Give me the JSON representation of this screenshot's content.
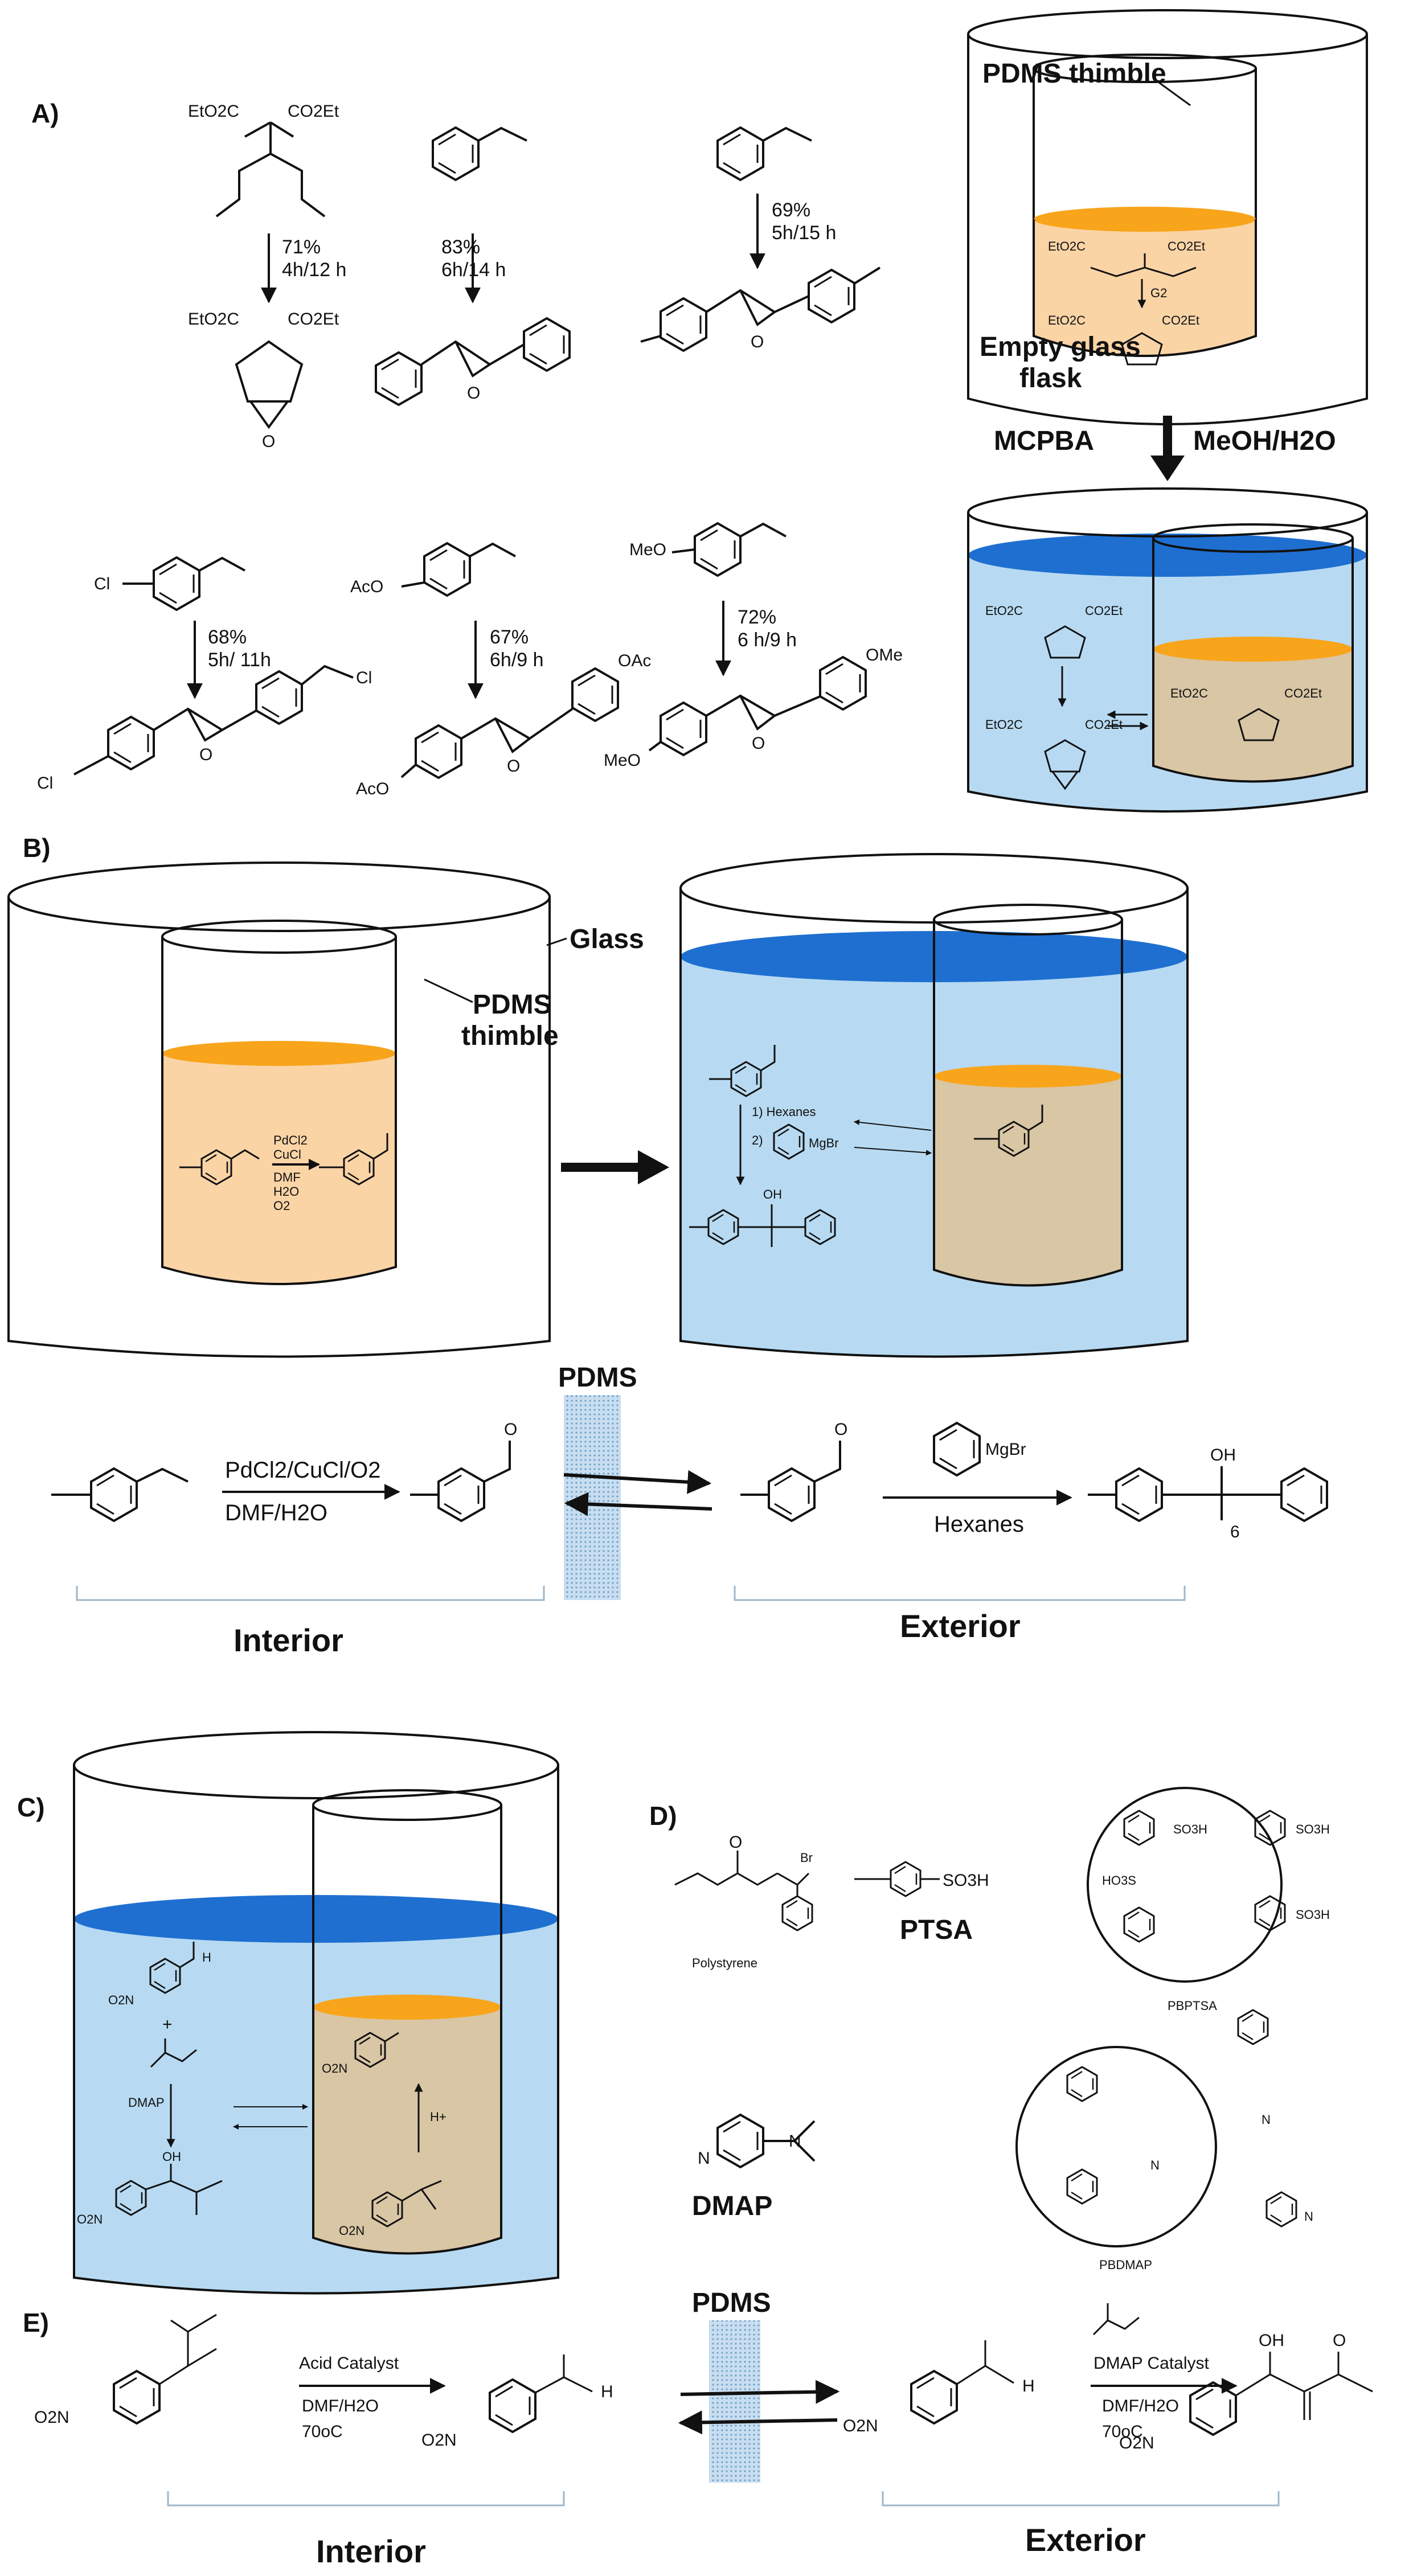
{
  "panels": {
    "a": "A)",
    "b": "B)",
    "c": "C)",
    "d": "D)",
    "e": "E)"
  },
  "panel_a": {
    "reactions": [
      {
        "sm_line1": "EtO2C",
        "sm_line2": "CO2Et",
        "yield": "71%",
        "time": "4h/12 h",
        "pr_line1": "EtO2C",
        "pr_line2": "CO2Et"
      },
      {
        "yield": "83%",
        "time": "6h/14 h"
      },
      {
        "yield": "69%",
        "time": "5h/15 h"
      },
      {
        "sm_sub": "Cl",
        "yield": "68%",
        "time": "5h/ 11h",
        "pr_sub_a": "Cl",
        "pr_sub_b": "Cl"
      },
      {
        "sm_sub": "AcO",
        "yield": "67%",
        "time": "6h/9 h",
        "pr_sub_a": "AcO",
        "pr_sub_b": "OAc"
      },
      {
        "sm_sub": "MeO",
        "yield": "72%",
        "time": "6 h/9 h",
        "pr_sub_a": "MeO",
        "pr_sub_b": "OMe"
      }
    ],
    "thimble_label": "PDMS thimble",
    "flask_label_1": "Empty  glass",
    "flask_label_2": "flask",
    "inner_sm_1": "EtO2C",
    "inner_sm_2": "CO2Et",
    "inner_cat": "G2",
    "inner_pr_1": "EtO2C",
    "inner_pr_2": "CO2Et",
    "arrow_left": "MCPBA",
    "arrow_right": "MeOH/H2O",
    "outer_sm_1": "EtO2C",
    "outer_sm_2": "CO2Et",
    "outer_pr_1": "EtO2C",
    "outer_pr_2": "CO2Et",
    "thimble2_1": "EtO2C",
    "thimble2_2": "CO2Et"
  },
  "panel_b": {
    "glass_label": "Glass",
    "thimble_label_1": "PDMS",
    "thimble_label_2": "thimble",
    "inner_reagents": [
      "PdCl2",
      "CuCl",
      "DMF",
      "H2O",
      "O2"
    ],
    "outer_step1": "1) Hexanes",
    "outer_step2": "2)",
    "outer_grignard": "MgBr",
    "outer_oh": "OH",
    "scheme": {
      "reagents_top": "PdCl2/CuCl/O2",
      "reagents_bottom": "DMF/H2O",
      "membrane": "PDMS",
      "grignard": "MgBr",
      "solvent": "Hexanes",
      "oh": "OH",
      "compound_no": "6",
      "interior": "Interior",
      "exterior": "Exterior"
    }
  },
  "panel_c": {
    "no2_a": "O2N",
    "no2_b": "O2N",
    "no2_c": "O2N",
    "no2_d": "O2N",
    "plus": "+",
    "dmap": "DMAP",
    "oh": "OH",
    "h_plus": "H+",
    "h": "H"
  },
  "panel_d": {
    "polystyrene": "Polystyrene",
    "br": "Br",
    "ptsa": "PTSA",
    "so3h": "SO3H",
    "ho3s": "HO3S",
    "pb_ptsa": "PBPTSA",
    "dmap": "DMAP",
    "n": "N",
    "pb_dmap": "PBDMAP"
  },
  "panel_e": {
    "acid_cat": "Acid Catalyst",
    "solvent": "DMF/H2O",
    "temp": "70oC",
    "membrane": "PDMS",
    "dmap_cat": "DMAP Catalyst",
    "solvent2": "DMF/H2O",
    "temp2": "70oC",
    "no2": "O2N",
    "h": "H",
    "oh": "OH",
    "o": "O",
    "interior": "Interior",
    "exterior": "Exterior"
  },
  "colors": {
    "orange_fill": "#fbd4a6",
    "orange_rim": "#f8a51c",
    "blue_fill": "#b7daf2",
    "blue_rim": "#1f6fd1",
    "tan_fill": "#d9c6a5",
    "membrane": "#b4d3ea"
  }
}
